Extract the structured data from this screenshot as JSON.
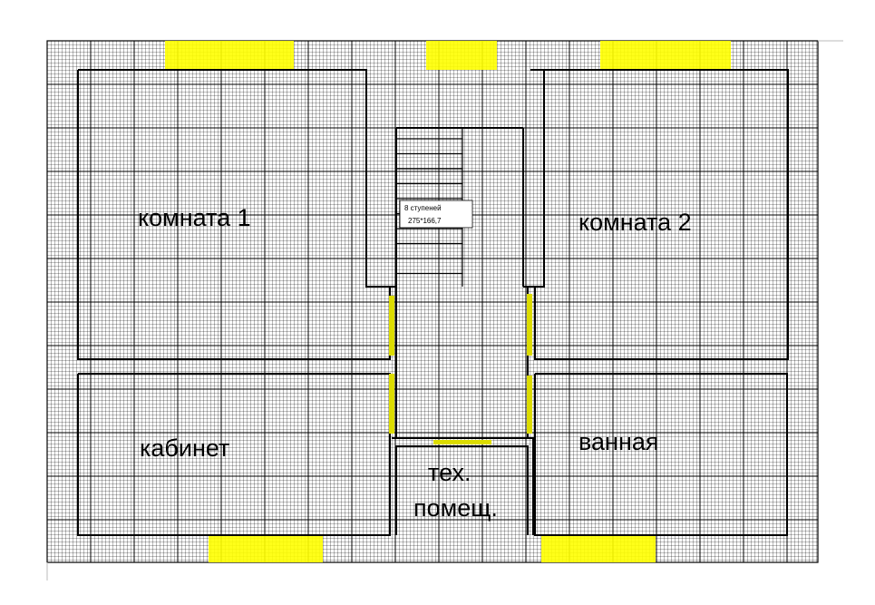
{
  "plan": {
    "rooms": {
      "room1": "комната 1",
      "room2": "комната 2",
      "study": "кабинет",
      "bathroom": "ванная",
      "utility_line1": "тех.",
      "utility_line2": "помещ."
    },
    "stairs": {
      "steps_label": "8 ступеней",
      "dims_label": "275*166,7"
    },
    "colors": {
      "grid_line": "#000000",
      "wall": "#000000",
      "window": "#ffff00",
      "door": "#dcdc00",
      "background": "#ffffff"
    }
  }
}
